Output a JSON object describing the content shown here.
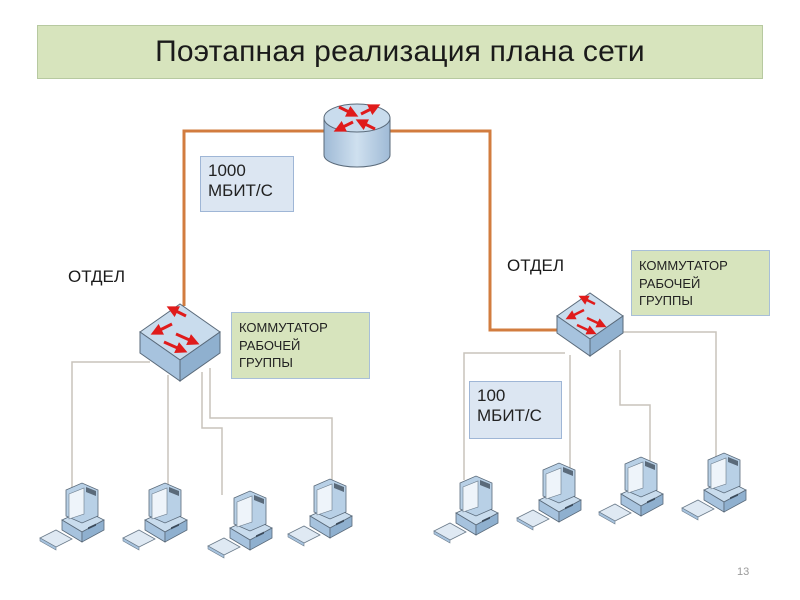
{
  "title": "Поэтапная реализация плана сети",
  "departments": [
    {
      "label": "ОТДЕЛ"
    },
    {
      "label": "ОТДЕЛ"
    }
  ],
  "switch_labels": [
    {
      "lines": [
        "КОММУТАТОР",
        "РАБОЧЕЙ",
        "ГРУППЫ"
      ]
    },
    {
      "lines": [
        "КОММУТАТОР",
        "РАБОЧЕЙ",
        "ГРУППЫ"
      ]
    }
  ],
  "speeds": {
    "uplink": {
      "value": "1000",
      "unit": "МБИТ/С"
    },
    "access": {
      "value": "100",
      "unit": "МБИТ/С"
    }
  },
  "nodes": {
    "router": {
      "icon": "router-icon"
    },
    "switches": [
      {
        "icon": "switch-icon"
      },
      {
        "icon": "switch-icon"
      }
    ],
    "computers_per_department": 4
  },
  "colors": {
    "uplink_line": "#d27c3f",
    "access_line": "#c8c3bc",
    "title_bg": "#d7e4bd",
    "speed_bg": "#dce6f2",
    "device_fill": "#b8d0e6",
    "arrow": "#e01b1b"
  },
  "page_number": "13"
}
